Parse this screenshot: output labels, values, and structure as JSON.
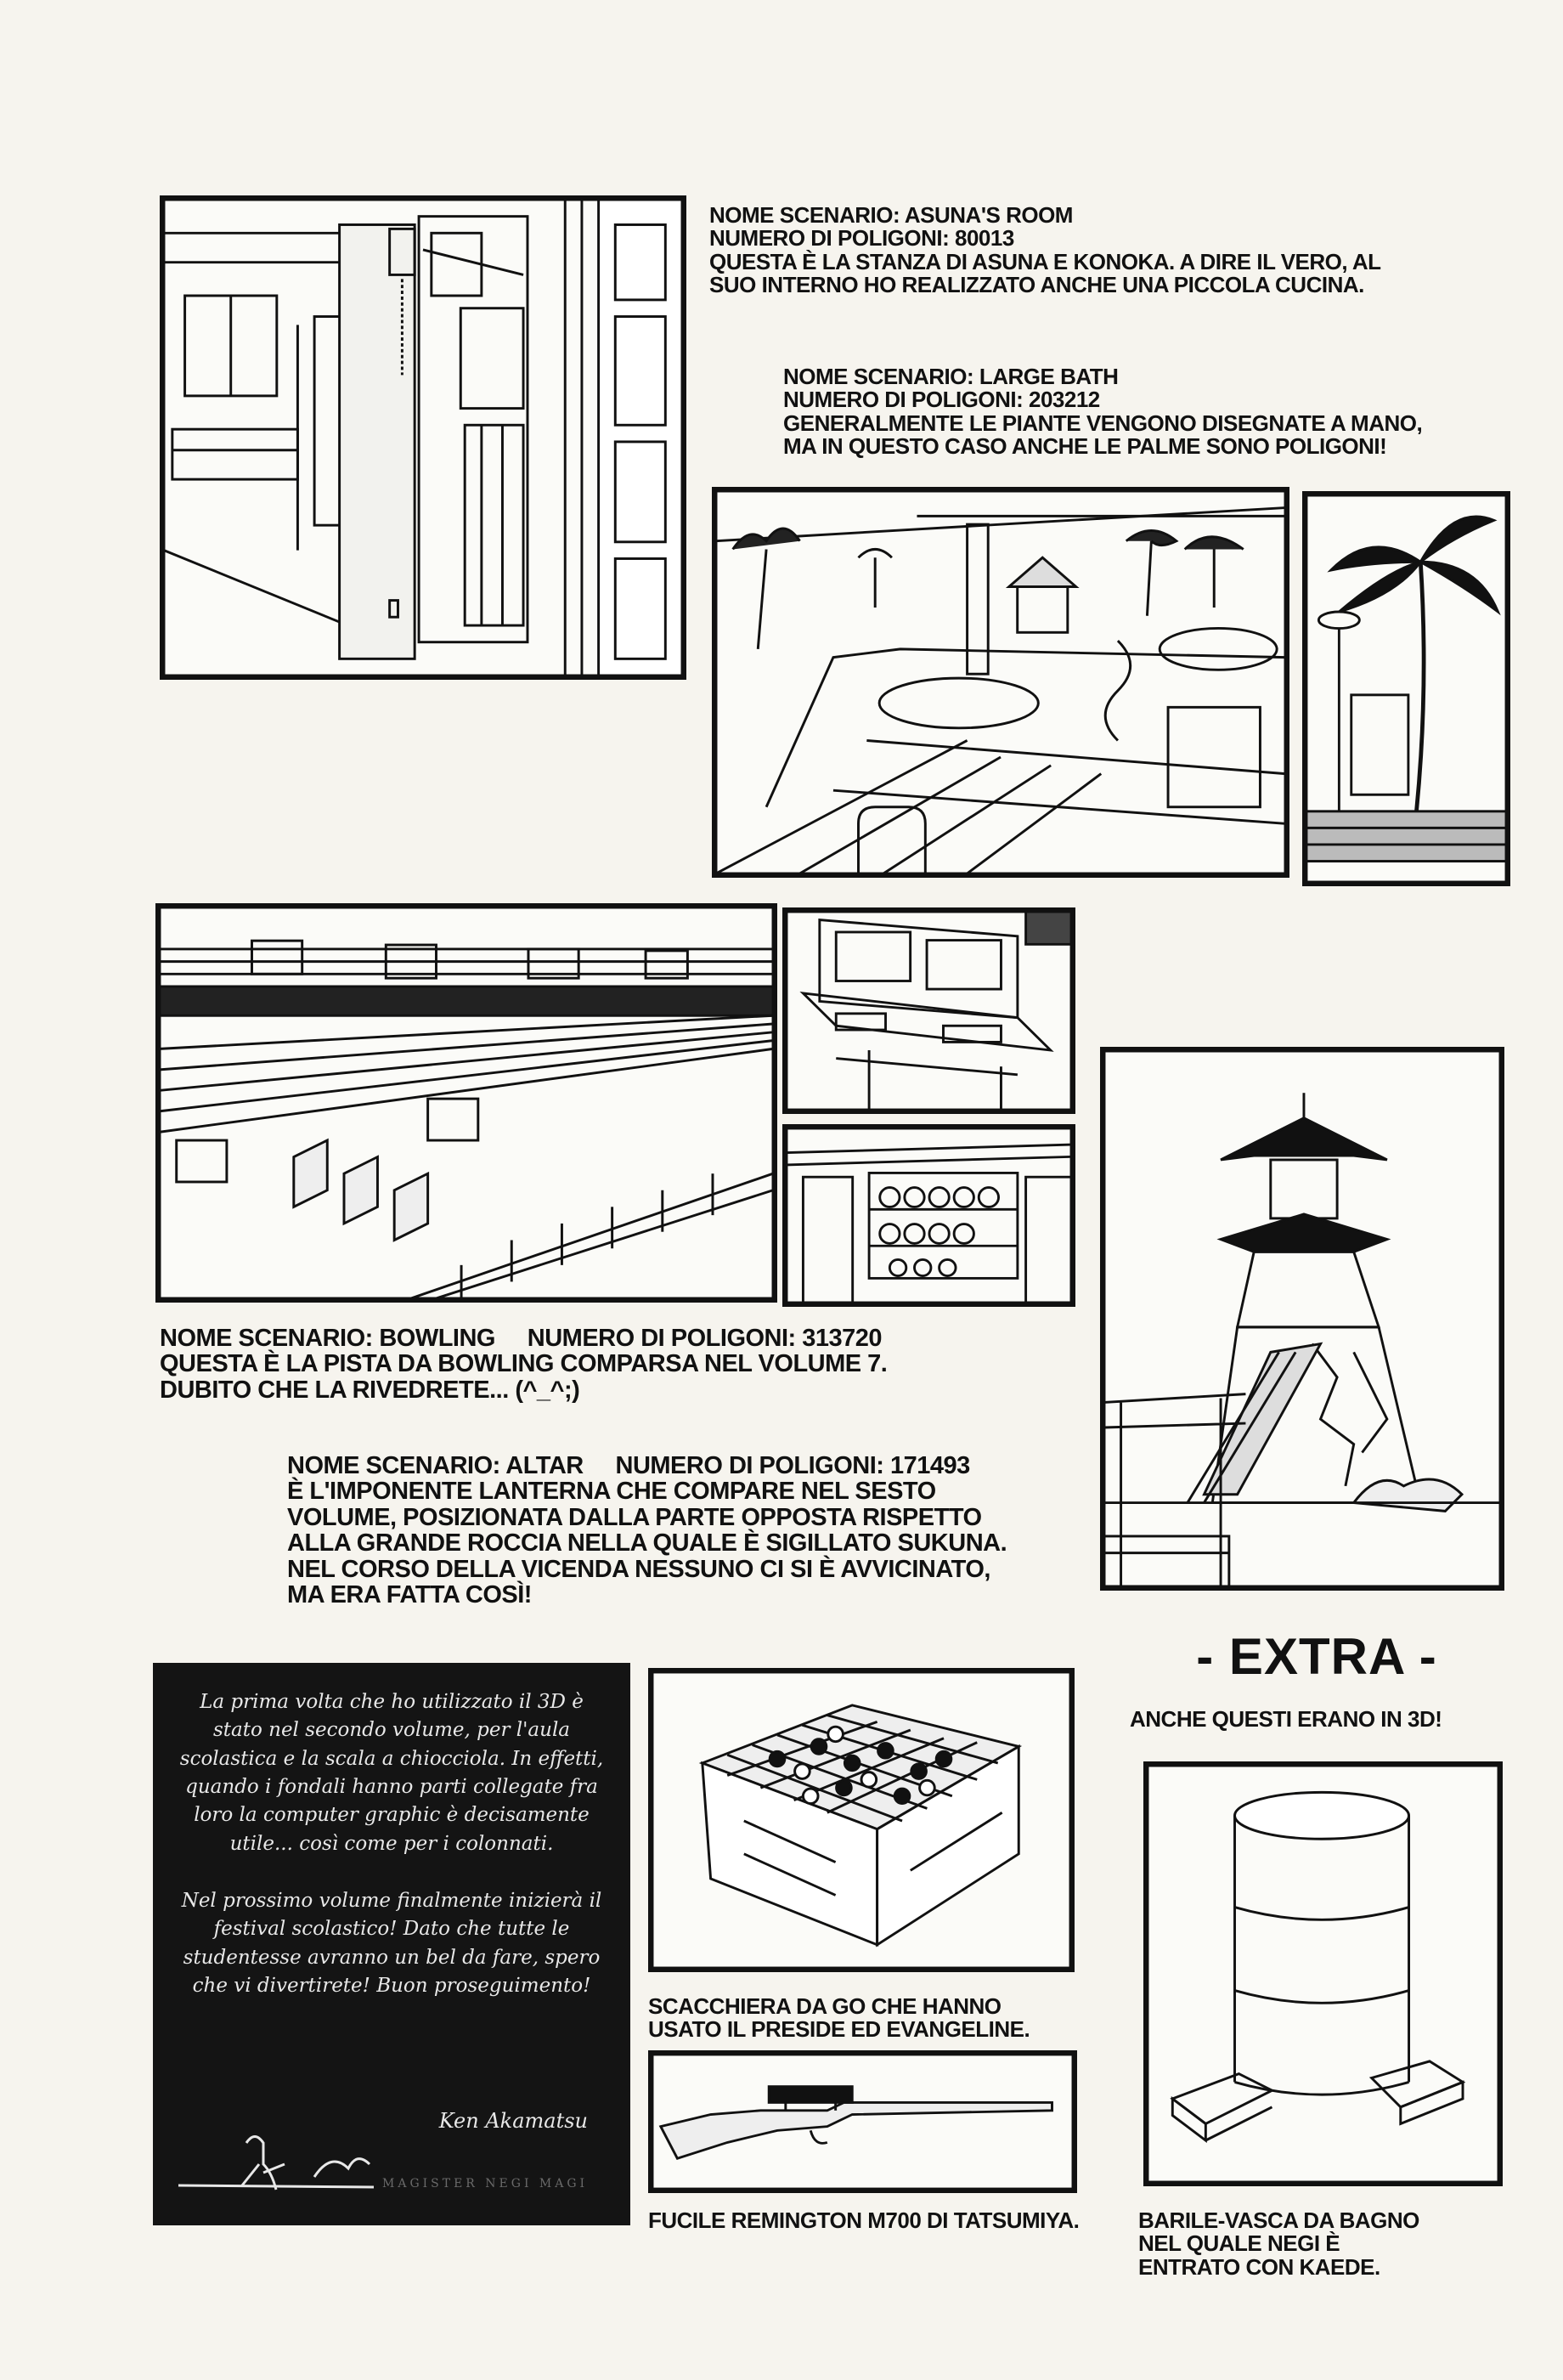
{
  "scenes": {
    "asuna_room": {
      "lines": [
        "NOME SCENARIO: ASUNA'S ROOM",
        "NUMERO DI POLIGONI: 80013",
        "QUESTA È LA STANZA DI ASUNA E KONOKA. A DIRE IL VERO, AL",
        "SUO INTERNO HO REALIZZATO ANCHE UNA PICCOLA CUCINA."
      ]
    },
    "large_bath": {
      "lines": [
        "NOME SCENARIO: LARGE BATH",
        "NUMERO DI POLIGONI: 203212",
        "GENERALMENTE LE PIANTE VENGONO DISEGNATE A MANO,",
        "MA IN QUESTO CASO ANCHE LE PALME SONO POLIGONI!"
      ]
    },
    "bowling": {
      "lines": [
        "NOME SCENARIO: BOWLING     NUMERO DI POLIGONI: 313720",
        "QUESTA È LA PISTA DA BOWLING COMPARSA NEL VOLUME 7.",
        "DUBITO CHE LA RIVEDRETE... (^_^;)"
      ]
    },
    "altar": {
      "lines": [
        "NOME SCENARIO: ALTAR     NUMERO DI POLIGONI: 171493",
        "È L'IMPONENTE LANTERNA CHE COMPARE NEL SESTO",
        "VOLUME, POSIZIONATA DALLA PARTE OPPOSTA RISPETTO",
        "ALLA GRANDE ROCCIA NELLA QUALE È SIGILLATO SUKUNA.",
        "NEL CORSO DELLA VICENDA NESSUNO CI SI È AVVICINATO,",
        "MA ERA FATTA COSÌ!"
      ]
    }
  },
  "extra": {
    "title": "- EXTRA -",
    "subtitle": "ANCHE QUESTI ERANO IN 3D!",
    "go_board_caption": [
      "SCACCHIERA DA GO CHE HANNO",
      "USATO IL PRESIDE ED EVANGELINE."
    ],
    "rifle_caption": [
      "FUCILE REMINGTON M700 DI TATSUMIYA."
    ],
    "barrel_caption": [
      "BARILE-VASCA DA BAGNO",
      "NEL QUALE NEGI È",
      "ENTRATO CON KAEDE."
    ]
  },
  "author_note": {
    "paragraph_1": "La prima volta che ho utilizzato il 3D è stato nel secondo volume, per l'aula scolastica e la scala a chiocciola. In effetti, quando i fondali hanno parti collegate fra loro la computer graphic è decisamente utile... così come per i colonnati.",
    "paragraph_2": "Nel prossimo volume finalmente inizierà il festival scolastico! Dato che tutte le studentesse avranno un bel da fare, spero che vi divertirete! Buon proseguimento!",
    "signature": "Ken Akamatsu",
    "watermark": "MAGISTER NEGI MAGI"
  }
}
